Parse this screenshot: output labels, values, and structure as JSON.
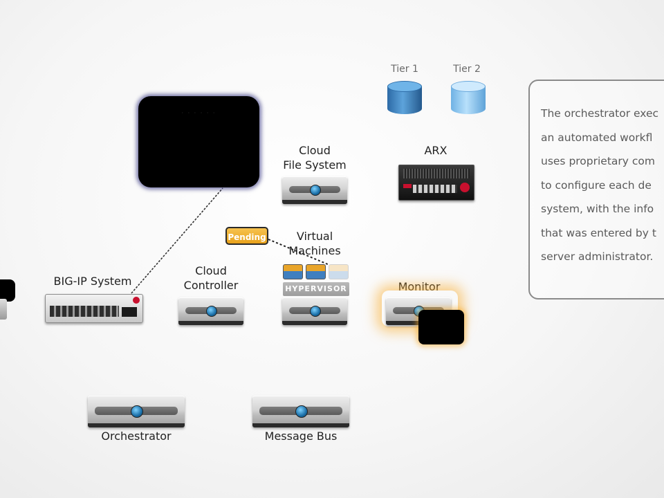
{
  "tiers": {
    "tier1_label": "Tier 1",
    "tier2_label": "Tier 2"
  },
  "nodes": {
    "cloud_file_system": "Cloud\nFile System",
    "arx": "ARX",
    "virtual_machines": "Virtual\nMachines",
    "bigip": "BIG-IP System",
    "cloud_controller": "Cloud\nController",
    "monitor": "Monitor",
    "orchestrator": "Orchestrator",
    "message_bus": "Message Bus"
  },
  "pending_badge": "Pending",
  "hypervisor_label": "HYPERVISOR",
  "info_text": [
    "The orchestrator exec",
    "an automated workfl",
    "uses proprietary com",
    "to configure each de",
    "system, with the info",
    "that was entered by t",
    "server administrator."
  ],
  "colors": {
    "tier1": "#4b8fcc",
    "tier2": "#9fd3f5",
    "pending": "#eeb03a",
    "monitor_glow": "#f7aa28"
  }
}
